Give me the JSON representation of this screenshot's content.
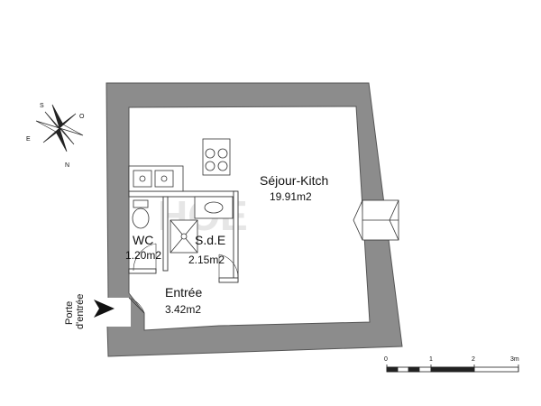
{
  "rooms": {
    "sejour": {
      "name": "Séjour-Kitch",
      "area": "19.91m2"
    },
    "wc": {
      "name": "WC",
      "area": "1.20m2"
    },
    "sdb": {
      "name": "S.d.E",
      "area": "2.15m2"
    },
    "entree": {
      "name": "Entrée",
      "area": "3.42m2"
    }
  },
  "entry_door": {
    "line1": "Porte",
    "line2": "d'entrée"
  },
  "compass": {
    "labels": [
      "S",
      "E",
      "N",
      "O"
    ]
  },
  "scale_bar": {
    "ticks": [
      "0",
      "1",
      "2",
      "3m"
    ]
  },
  "watermark": "HOE",
  "colors": {
    "wall": "#8c8c8c",
    "wall_stroke": "#555555",
    "floor": "#ffffff",
    "line": "#333333"
  }
}
